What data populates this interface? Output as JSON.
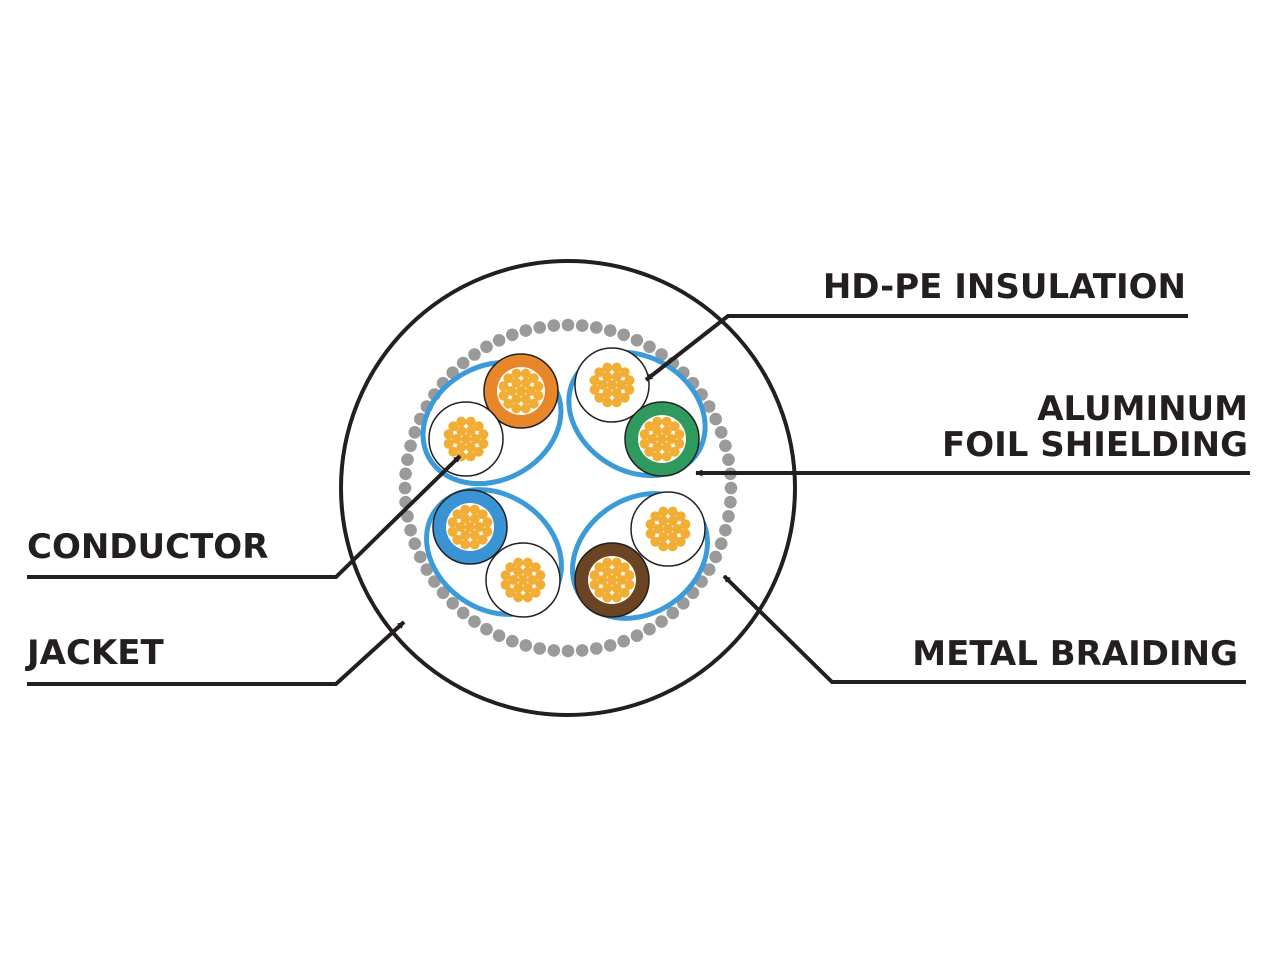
{
  "labels": {
    "hdpe_insulation": "HD-PE INSULATION",
    "aluminum_foil_line1": "ALUMINUM",
    "aluminum_foil_line2": "FOIL SHIELDING",
    "conductor": "CONDUCTOR",
    "jacket": "JACKET",
    "metal_braiding": "METAL BRAIDING"
  },
  "colors": {
    "ink": "#231f20",
    "foil_shield": "#3b9ad8",
    "braid_dot": "#9a9a9a",
    "copper_strand": "#f2ad34",
    "pair_orange": "#e8862a",
    "pair_green": "#2f9a5e",
    "pair_blue": "#3a93d2",
    "pair_brown": "#6b4423",
    "white_insulation": "#ffffff"
  },
  "pairs": [
    {
      "name": "orange-pair",
      "solid": "pair_orange"
    },
    {
      "name": "green-pair",
      "solid": "pair_green"
    },
    {
      "name": "blue-pair",
      "solid": "pair_blue"
    },
    {
      "name": "brown-pair",
      "solid": "pair_brown"
    }
  ]
}
